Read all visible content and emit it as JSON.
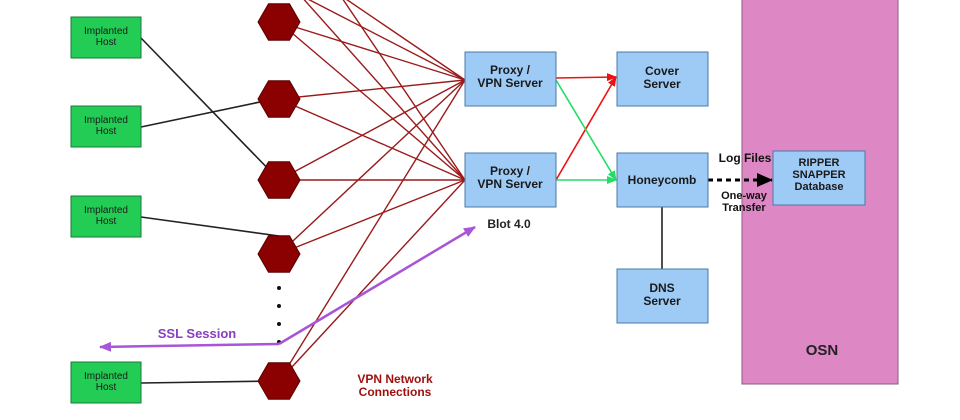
{
  "hosts": [
    "Implanted\nHost",
    "Implanted\nHost",
    "Implanted\nHost",
    "Implanted\nHost"
  ],
  "proxy_servers": [
    "Proxy /\nVPN Server",
    "Proxy /\nVPN Server"
  ],
  "cover_server": "Cover\nServer",
  "honeycomb": "Honeycomb",
  "dns_server": "DNS\nServer",
  "database": "RIPPER\nSNAPPER\nDatabase",
  "osn": "OSN",
  "blot": "Blot 4.0",
  "log_files": "Log Files",
  "one_way": "One-way\nTransfer",
  "ssl_session": "SSL Session",
  "vpn_network": "VPN Network\nConnections",
  "colors": {
    "host_fill": "#22cc55",
    "node_fill": "#8b0000",
    "server_fill": "#9ecbf5",
    "osn_fill": "#dd88c4",
    "vpn_line": "#9a1a1a",
    "ssl_line": "#a855d8",
    "red_arrow": "#ee1111",
    "green_arrow": "#22dd66",
    "vpn_text": "#a01010",
    "ssl_text": "#8a3ec0"
  }
}
